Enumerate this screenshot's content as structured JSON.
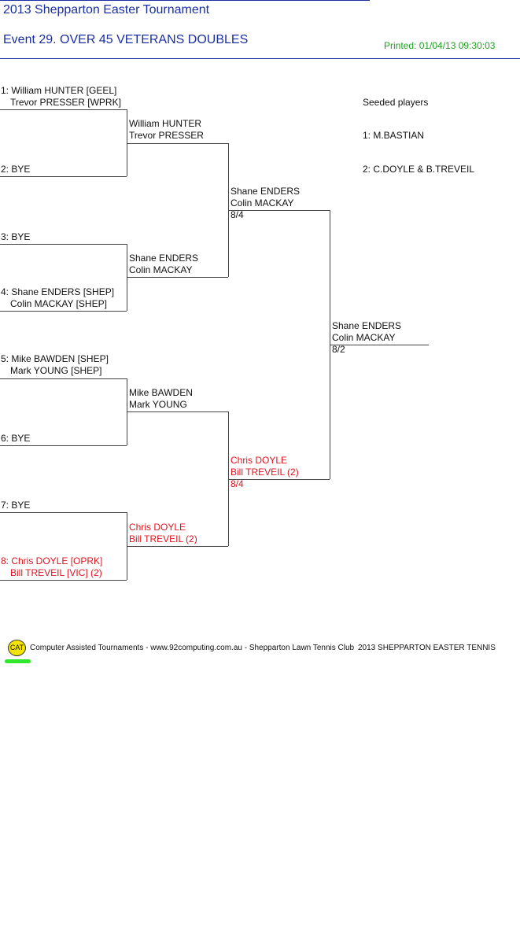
{
  "header": {
    "tournament_title": "2013 Shepparton Easter Tournament",
    "event_title": "Event 29. OVER 45 VETERANS DOUBLES",
    "printed": "Printed: 01/04/13 09:30:03"
  },
  "round1": [
    {
      "line1": "1: William HUNTER [GEEL]",
      "line2": "Trevor PRESSER [WPRK]"
    },
    {
      "line1": "2: BYE",
      "line2": ""
    },
    {
      "line1": "3: BYE",
      "line2": ""
    },
    {
      "line1": "4: Shane ENDERS [SHEP]",
      "line2": "Colin MACKAY [SHEP]"
    },
    {
      "line1": "5: Mike BAWDEN [SHEP]",
      "line2": "Mark YOUNG [SHEP]"
    },
    {
      "line1": "6: BYE",
      "line2": ""
    },
    {
      "line1": "7: BYE",
      "line2": ""
    },
    {
      "line1": "8: Chris DOYLE [OPRK]",
      "line2": "Bill TREVEIL [VIC] (2)"
    }
  ],
  "round2": [
    {
      "line1": "William HUNTER",
      "line2": "Trevor PRESSER"
    },
    {
      "line1": "Shane ENDERS",
      "line2": "Colin MACKAY"
    },
    {
      "line1": "Mike BAWDEN",
      "line2": "Mark YOUNG"
    },
    {
      "line1": "Chris DOYLE",
      "line2": "Bill TREVEIL (2)"
    }
  ],
  "semis": [
    {
      "line1": "Shane ENDERS",
      "line2": "Colin MACKAY",
      "score": "8/4"
    },
    {
      "line1": "Chris DOYLE",
      "line2": "Bill TREVEIL (2)",
      "score": "8/4"
    }
  ],
  "final": {
    "line1": "Shane ENDERS",
    "line2": "Colin MACKAY",
    "score": "8/2"
  },
  "seeds": {
    "heading": "Seeded players",
    "items": [
      "1: M.BASTIAN",
      "2: C.DOYLE & B.TREVEIL"
    ]
  },
  "footer": {
    "logo_text": "CAT",
    "credit": "Computer Assisted Tournaments - www.92computing.com.au -  Shepparton Lawn Tennis Club",
    "event_name": "2013 SHEPPARTON EASTER TENNIS"
  },
  "colors": {
    "title": "#1a2fa0",
    "printed": "#22a022",
    "seed_highlight": "#e0141e"
  }
}
